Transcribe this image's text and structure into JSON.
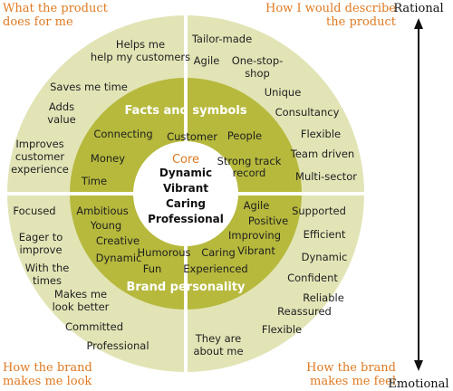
{
  "colors": {
    "outer_ring": "#e2e4b6",
    "middle_ring": "#b6b93c",
    "core": "#ffffff",
    "corner_text": "#e07a22",
    "core_title": "#e07a22",
    "divider": "#ffffff",
    "arrow": "#111111"
  },
  "corners": {
    "top_left": [
      "What the product",
      "does for me"
    ],
    "top_right": [
      "How I would describe",
      "the product"
    ],
    "bottom_left": [
      "How the brand",
      "makes me look"
    ],
    "bottom_right": [
      "How the brand",
      "makes me feel"
    ]
  },
  "axis": {
    "top": "Rational",
    "bottom": "Emotional"
  },
  "outer_ring": {
    "top_left": [
      [
        "Helps me",
        "help my customers"
      ],
      [
        "Saves me time"
      ],
      [
        "Adds",
        "value"
      ],
      [
        "Improves",
        "customer",
        "experience"
      ]
    ],
    "top_right": [
      [
        "Tailor-made"
      ],
      [
        "Agile"
      ],
      [
        "One-stop-",
        "shop"
      ],
      [
        "Unique"
      ],
      [
        "Consultancy"
      ],
      [
        "Flexible"
      ],
      [
        "Team driven"
      ],
      [
        "Multi-sector"
      ]
    ],
    "bottom_left": [
      [
        "Focused"
      ],
      [
        "Eager to",
        "improve"
      ],
      [
        "With the",
        "times"
      ],
      [
        "Makes me",
        "look better"
      ],
      [
        "Committed"
      ],
      [
        "Professional"
      ]
    ],
    "bottom_right": [
      [
        "Supported"
      ],
      [
        "Efficient"
      ],
      [
        "Dynamic"
      ],
      [
        "Confident"
      ],
      [
        "Reliable"
      ],
      [
        "Reassured"
      ],
      [
        "Flexible"
      ],
      [
        "They are",
        "about me"
      ]
    ]
  },
  "middle_ring": {
    "top_title": "Facts and symbols",
    "bottom_title": "Brand personality",
    "top": [
      [
        "Connecting"
      ],
      [
        "Customer"
      ],
      [
        "People"
      ],
      [
        "Money"
      ],
      [
        "Strong track",
        "record"
      ],
      [
        "Time"
      ]
    ],
    "bottom": [
      [
        "Ambitious"
      ],
      [
        "Young"
      ],
      [
        "Creative"
      ],
      [
        "Dynamic"
      ],
      [
        "Humorous"
      ],
      [
        "Fun"
      ],
      [
        "Agile"
      ],
      [
        "Positive"
      ],
      [
        "Improving"
      ],
      [
        "Caring"
      ],
      [
        "Vibrant"
      ],
      [
        "Experienced"
      ]
    ]
  },
  "core": {
    "title": "Core",
    "words": [
      "Dynamic",
      "Vibrant",
      "Caring",
      "Professional"
    ]
  }
}
